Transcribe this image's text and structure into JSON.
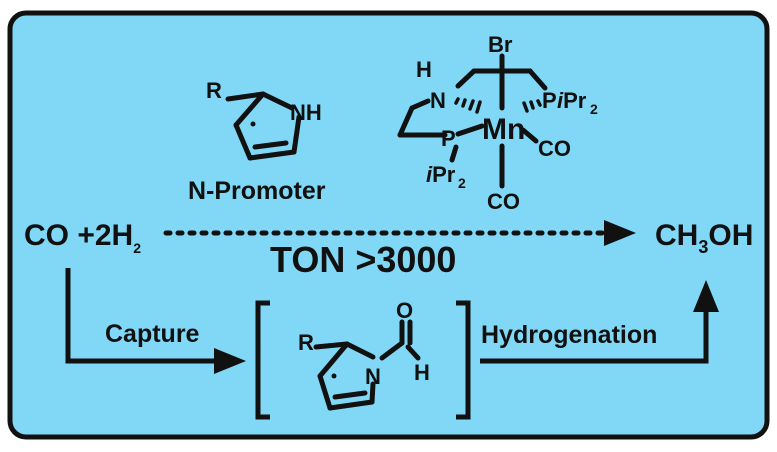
{
  "colors": {
    "panel_bg": "#80d8f6",
    "border": "#111111",
    "ink": "#111111"
  },
  "reactants": {
    "left": "CO +2H",
    "left_sub": "2"
  },
  "product": {
    "p1": "CH",
    "p1_sub": "3",
    "p2": "OH"
  },
  "ton": "TON >3000",
  "promoter": {
    "label": "N-Promoter",
    "atom_r": "R",
    "atom_nh": "NH"
  },
  "catalyst": {
    "metal": "Mn",
    "br": "Br",
    "h": "H",
    "n": "N",
    "p_left": "P",
    "p_right": "P",
    "p_right_ipr": "iPr",
    "p_right_sub": "2",
    "p_left_ipr": "iPr",
    "p_left_sub": "2",
    "co1": "CO",
    "co2": "CO"
  },
  "pathway": {
    "capture": "Capture",
    "hydrogenation": "Hydrogenation"
  },
  "intermediate": {
    "atom_r": "R",
    "atom_n": "N",
    "atom_o": "O",
    "atom_h": "H"
  }
}
